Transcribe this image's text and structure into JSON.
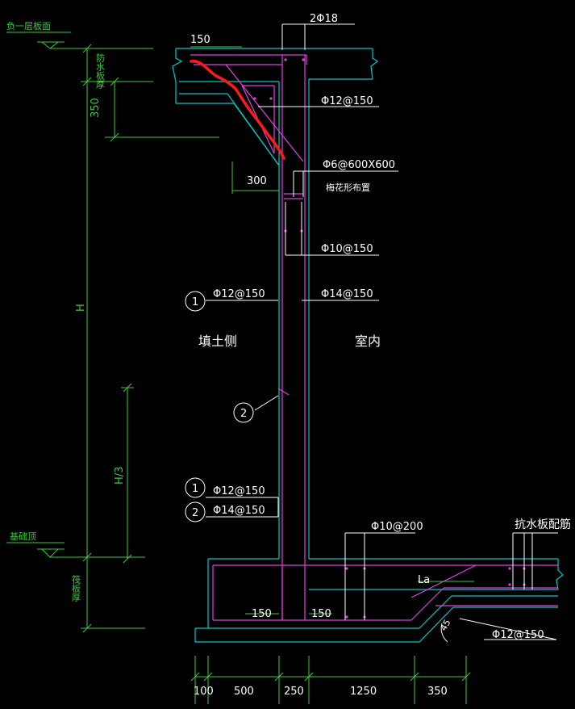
{
  "labels": {
    "level_top": "负一层板面",
    "level_bottom": "基础顶",
    "waterproof_thickness": "防水板厚",
    "foundation_thickness": "筏板厚",
    "backfill_side": "填土侧",
    "indoor_side": "室内",
    "quincunx": "梅花形布置",
    "anti_float": "抗水板配筋",
    "la": "La",
    "angle": "45"
  },
  "rebar": {
    "top_bars": "2Φ18",
    "haunch": "Φ12@150",
    "tie": "Φ6@600X600",
    "inner_upper": "Φ10@150",
    "outer_1": "Φ12@150",
    "inner_main": "Φ14@150",
    "lower_1": "Φ12@150",
    "lower_2": "Φ14@150",
    "slab_top": "Φ10@200",
    "slab_bottom": "Φ12@150"
  },
  "markers": [
    "1",
    "2",
    "1",
    "2"
  ],
  "dims": {
    "d150_top": "150",
    "d350": "350",
    "d300": "300",
    "H": "H",
    "H3": "H/3",
    "d150_left": "150",
    "d150_right": "150",
    "bottom": [
      "100",
      "500",
      "250",
      "1250",
      "350"
    ]
  },
  "colors": {
    "background": "#000000",
    "concrete": "#00C8C8",
    "rebar": "#E040E0",
    "dimension": "#40C840",
    "text": "#FFFFFF",
    "level": "#30D030",
    "markup": "#FF1A1A"
  }
}
